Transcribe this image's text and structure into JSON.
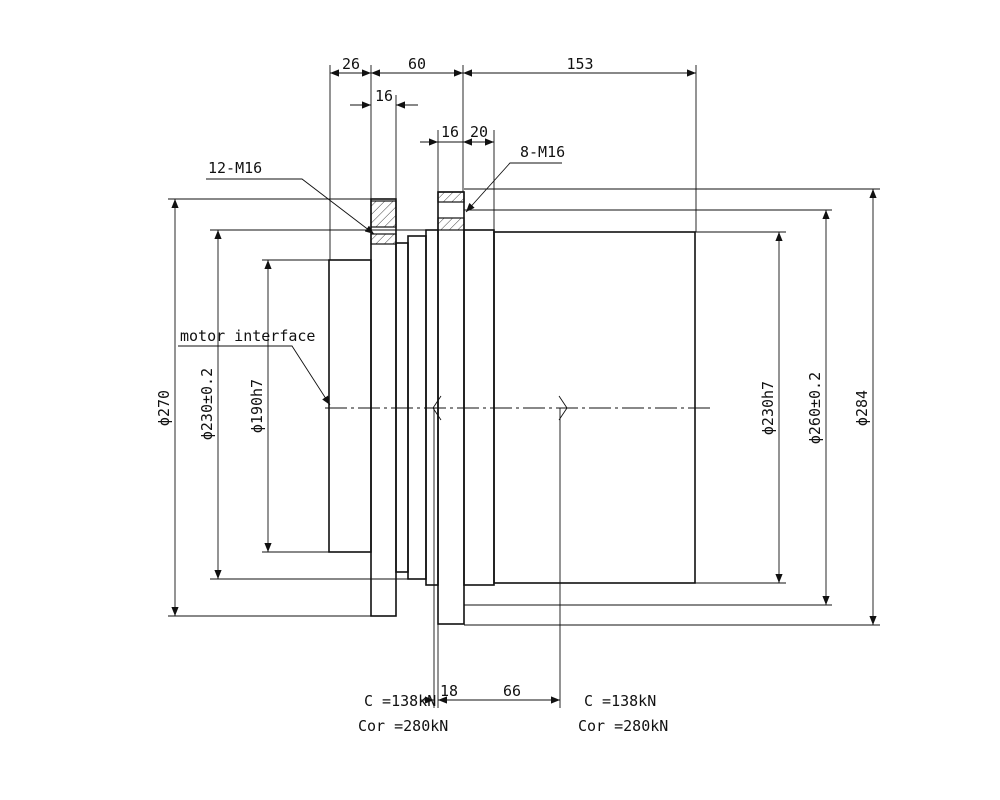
{
  "top_dims": {
    "d26": "26",
    "d60": "60",
    "d153": "153",
    "d16a": "16",
    "d16b": "16",
    "d20": "20"
  },
  "bottom_dims": {
    "d18": "18",
    "d66": "66"
  },
  "callouts": {
    "bolt_left": "12-M16",
    "bolt_right": "8-M16",
    "motor": "motor interface"
  },
  "diameters": {
    "d270": "ϕ270",
    "d230tol": "ϕ230±0.2",
    "d190": "ϕ190h7",
    "d230h7": "ϕ230h7",
    "d260tol": "ϕ260±0.2",
    "d284": "ϕ284"
  },
  "ratings": {
    "left": {
      "c": "C =138kN",
      "cor": "Cor =280kN"
    },
    "right": {
      "c": "C =138kN",
      "cor": "Cor =280kN"
    }
  }
}
